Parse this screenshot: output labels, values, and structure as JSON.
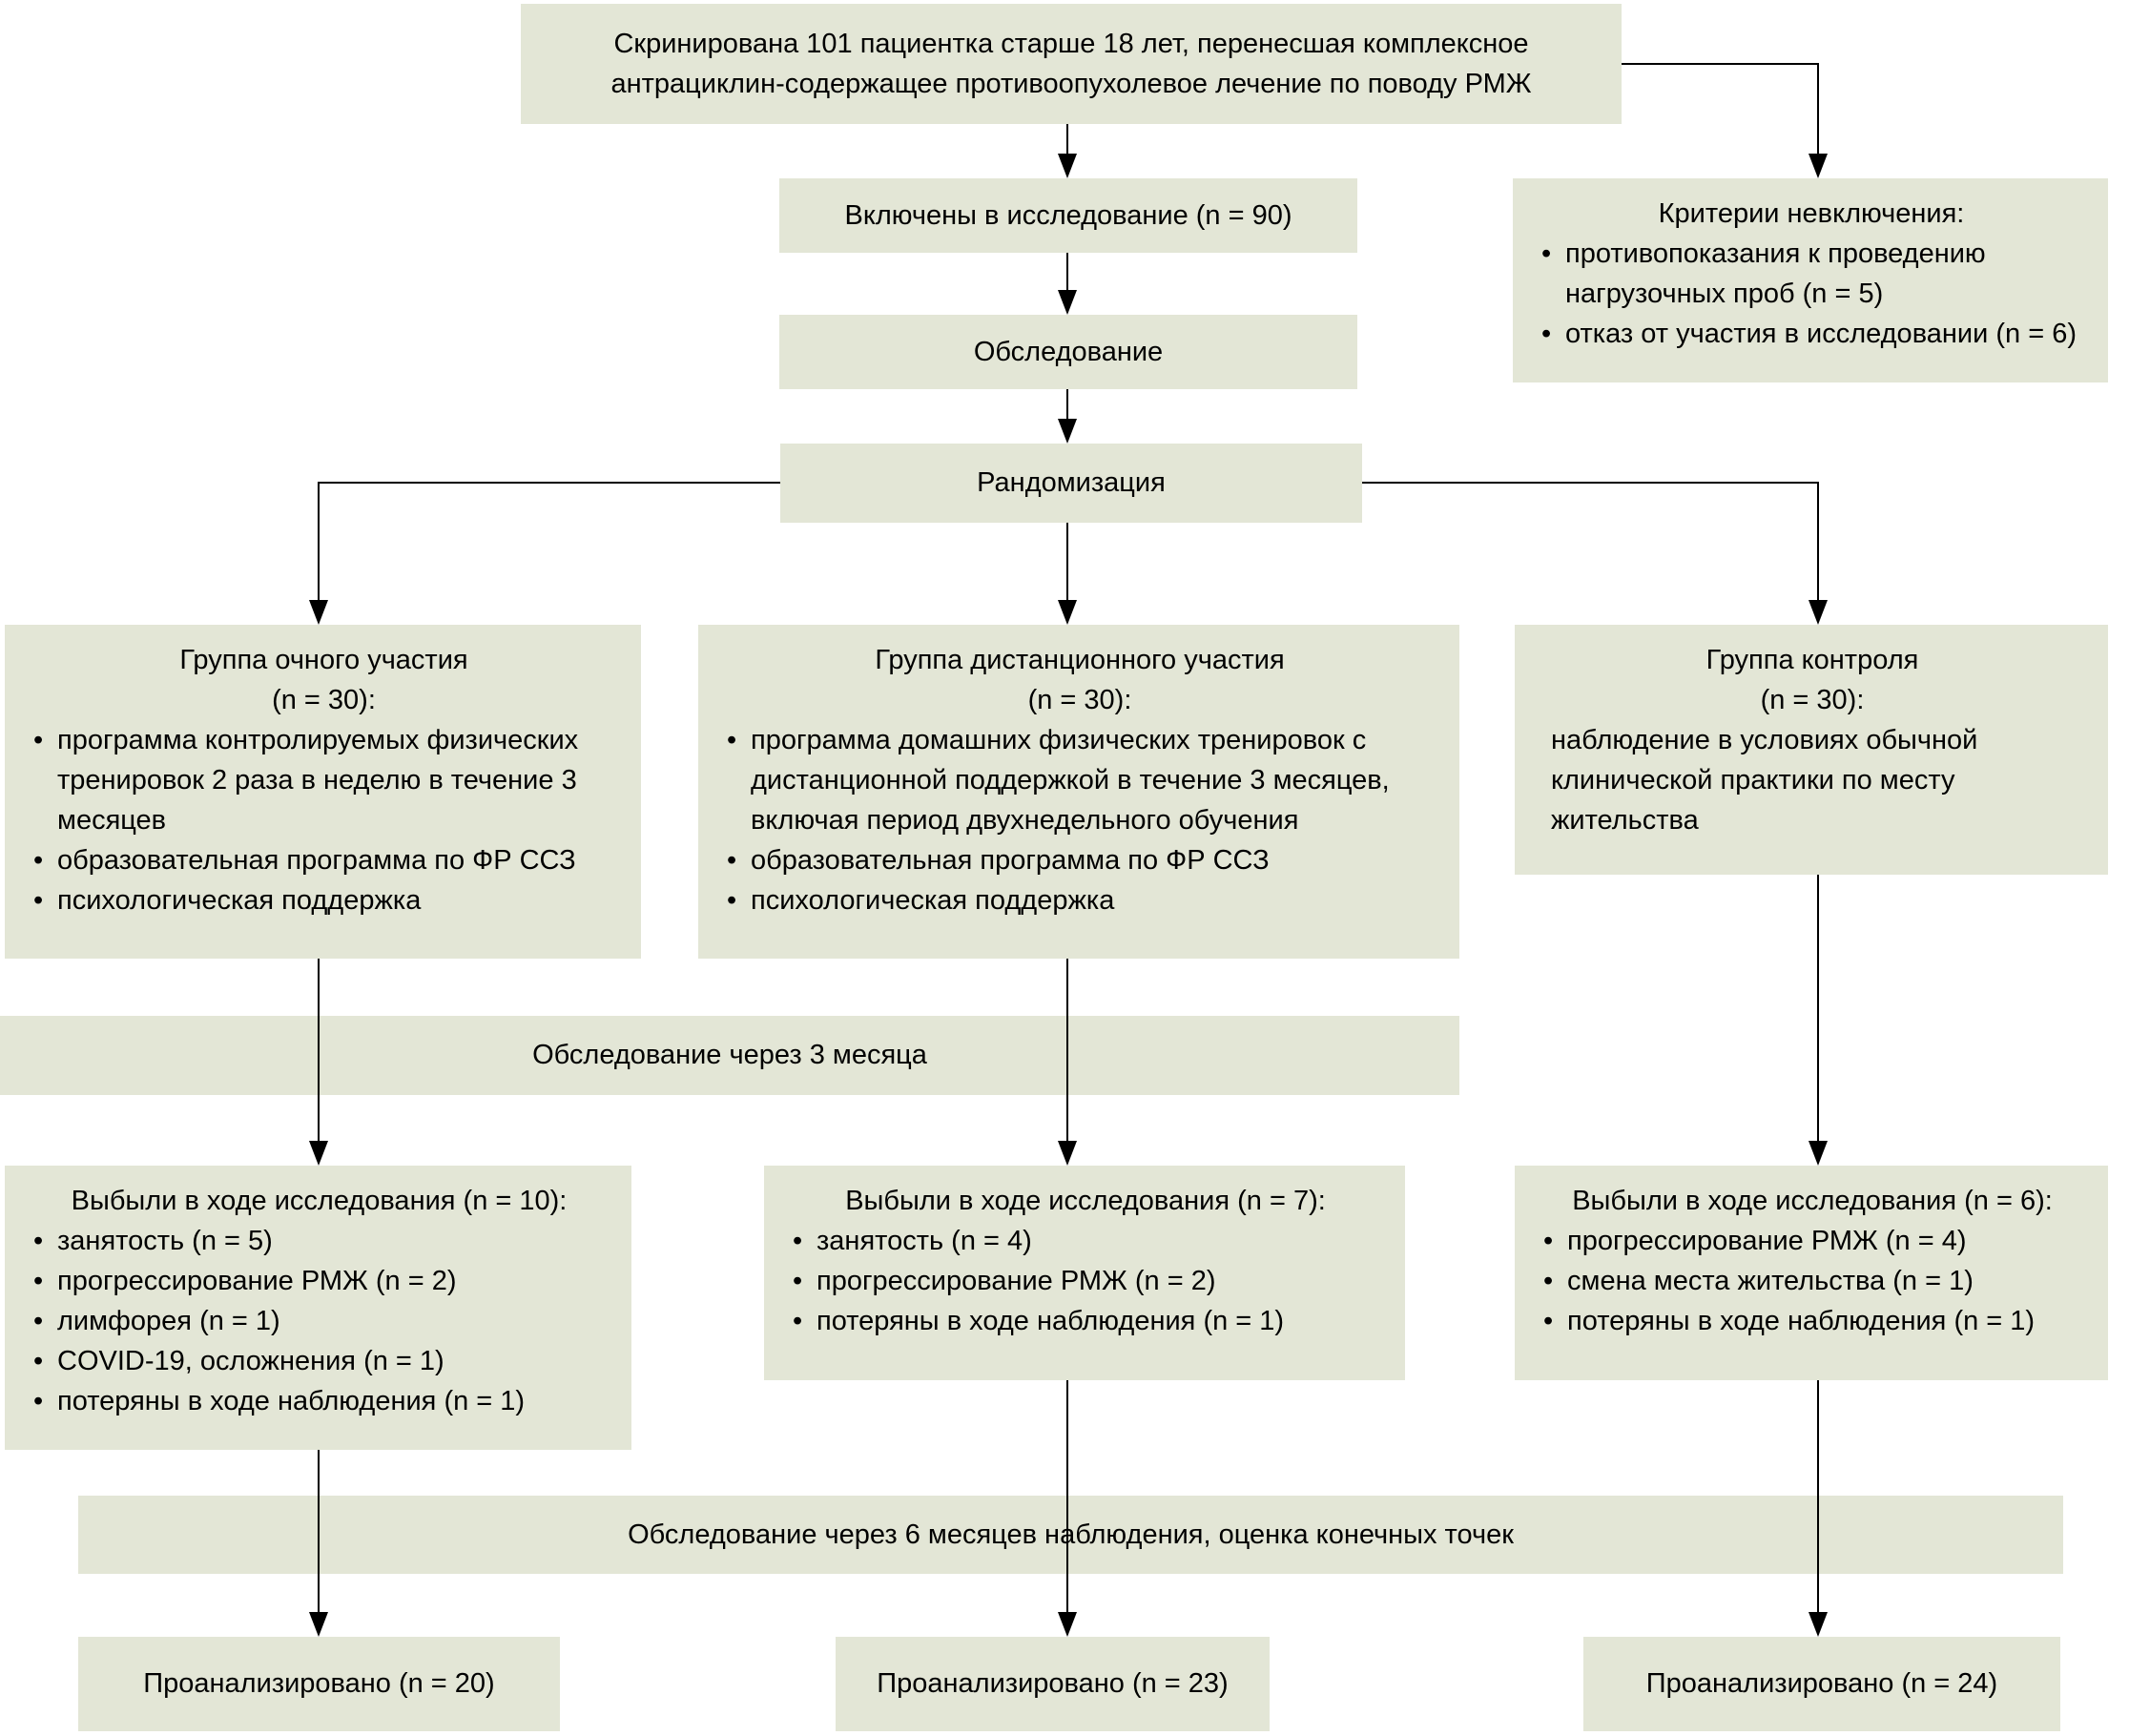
{
  "colors": {
    "box_fill": "#e3e6d6",
    "line": "#000000",
    "text": "#000000",
    "background": "#ffffff"
  },
  "flow": {
    "screening": "Скринирована 101 пациентка старше 18 лет, перенесшая комплексное антрациклин-содержащее противоопухолевое лечение по поводу РМЖ",
    "included": "Включены в исследование (n = 90)",
    "examination": "Обследование",
    "randomization": "Рандомизация",
    "exclusion": {
      "title": "Критерии невключения:",
      "items": [
        "противопоказания к проведению нагрузочных проб (n = 5)",
        "отказ от участия в исследовании (n = 6)"
      ]
    },
    "groups": [
      {
        "title": "Группа очного участия",
        "n": "(n = 30):",
        "items": [
          "программа контролируемых физических тренировок 2 раза в неделю в течение 3 месяцев",
          "образовательная программа по ФР ССЗ",
          "психологическая поддержка"
        ]
      },
      {
        "title": "Группа дистанционного участия",
        "n": "(n = 30):",
        "items": [
          "программа домашних физических тренировок с дистанционной поддержкой в течение 3 месяцев, включая период двухнедельного обучения",
          "образовательная программа по ФР ССЗ",
          "психологическая поддержка"
        ]
      },
      {
        "title": "Группа контроля",
        "n": "(n = 30):",
        "note": "наблюдение в условиях обычной клинической практики по месту жительства"
      }
    ],
    "followup3": "Обследование через 3 месяца",
    "dropouts": [
      {
        "title": "Выбыли в ходе исследования (n = 10):",
        "items": [
          "занятость (n = 5)",
          "прогрессирование РМЖ (n = 2)",
          "лимфорея (n = 1)",
          "COVID-19, осложнения (n = 1)",
          "потеряны в ходе наблюдения (n = 1)"
        ]
      },
      {
        "title": "Выбыли в ходе исследования (n = 7):",
        "items": [
          "занятость (n = 4)",
          "прогрессирование РМЖ (n = 2)",
          "потеряны в ходе наблюдения (n = 1)"
        ]
      },
      {
        "title": "Выбыли в ходе исследования (n = 6):",
        "items": [
          "прогрессирование РМЖ (n = 4)",
          "смена места жительства (n = 1)",
          "потеряны в ходе наблюдения (n = 1)"
        ]
      }
    ],
    "followup6": "Обследование через 6 месяцев наблюдения, оценка конечных точек",
    "analyzed": [
      "Проанализировано (n = 20)",
      "Проанализировано (n = 23)",
      "Проанализировано (n = 24)"
    ]
  }
}
